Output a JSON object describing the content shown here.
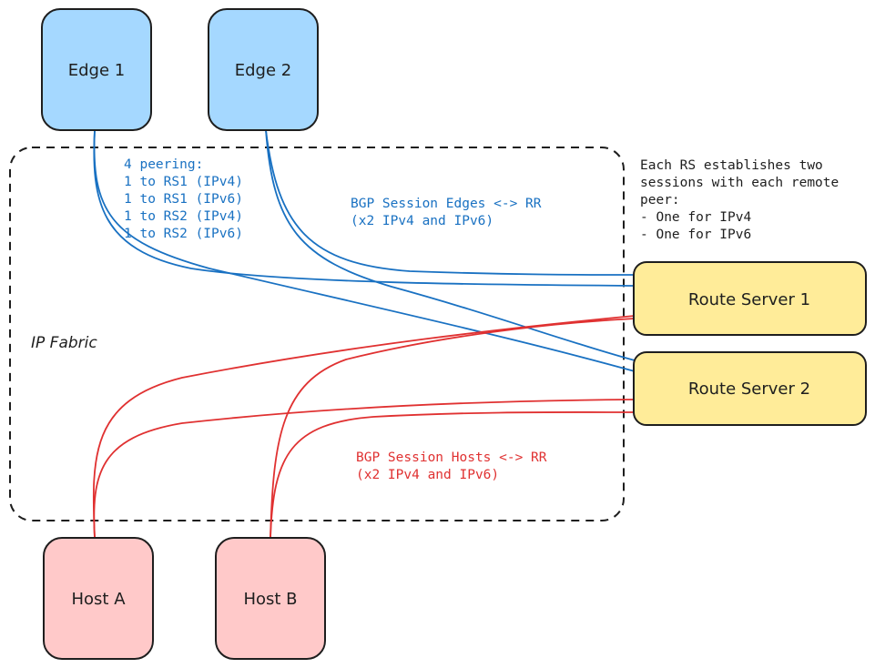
{
  "fabric": {
    "label": "IP Fabric"
  },
  "nodes": {
    "edge1": "Edge 1",
    "edge2": "Edge 2",
    "rs1": "Route Server 1",
    "rs2": "Route Server 2",
    "hostA": "Host A",
    "hostB": "Host B"
  },
  "notes": {
    "peering": [
      "4 peering:",
      "1 to RS1 (IPv4)",
      "1 to RS1 (IPv6)",
      "1 to RS2 (IPv4)",
      "1 to RS2 (IPv6)"
    ],
    "edges_session": [
      "BGP Session Edges <-> RR",
      "(x2 IPv4 and IPv6)"
    ],
    "hosts_session": [
      "BGP Session Hosts <-> RR",
      "(x2 IPv4 and IPv6)"
    ],
    "rs_note": [
      "Each RS establishes two",
      "sessions with each remote",
      "peer:",
      "- One for IPv4",
      "- One for IPv6"
    ]
  },
  "colors": {
    "edge_fill": "#a5d8ff",
    "rs_fill": "#ffec99",
    "host_fill": "#ffc9c9",
    "edge_link": "#1971c2",
    "host_link": "#e03131",
    "stroke": "#1e1e1e"
  }
}
